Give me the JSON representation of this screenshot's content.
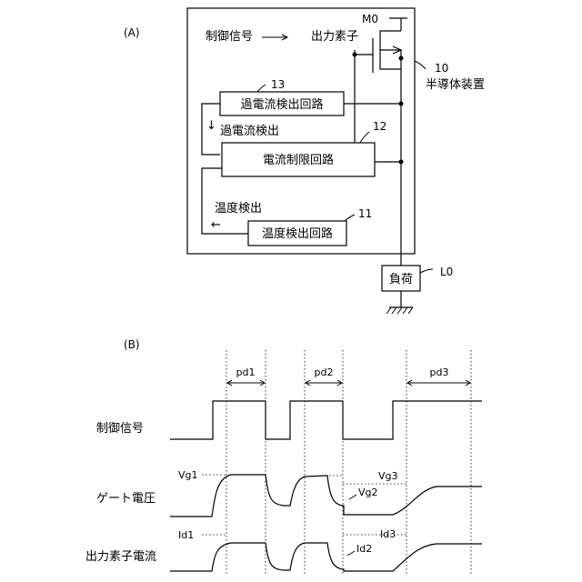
{
  "diagram_a": {
    "panel_label": "(A)",
    "control_signal": "制御信号",
    "output_element": "出力素子",
    "transistor_label": "M0",
    "device_number": "10",
    "device_name": "半導体装置",
    "overcurrent_block": {
      "label": "過電流検出回路",
      "number": "13"
    },
    "overcurrent_signal": "過電流検出",
    "current_limit_block": {
      "label": "電流制限回路",
      "number": "12"
    },
    "temperature_signal": "温度検出",
    "temperature_block": {
      "label": "温度検出回路",
      "number": "11"
    },
    "load_label": "負荷",
    "load_ref": "L0",
    "arrow_down": "↓",
    "arrow_left": "←"
  },
  "diagram_b": {
    "panel_label": "(B)",
    "periods": [
      "pd1",
      "pd2",
      "pd3"
    ],
    "rows": [
      "制御信号",
      "ゲート電圧",
      "出力素子電流"
    ],
    "gate_levels": [
      "Vg1",
      "Vg2",
      "Vg3"
    ],
    "current_levels": [
      "Id1",
      "Id2",
      "Id3"
    ]
  }
}
